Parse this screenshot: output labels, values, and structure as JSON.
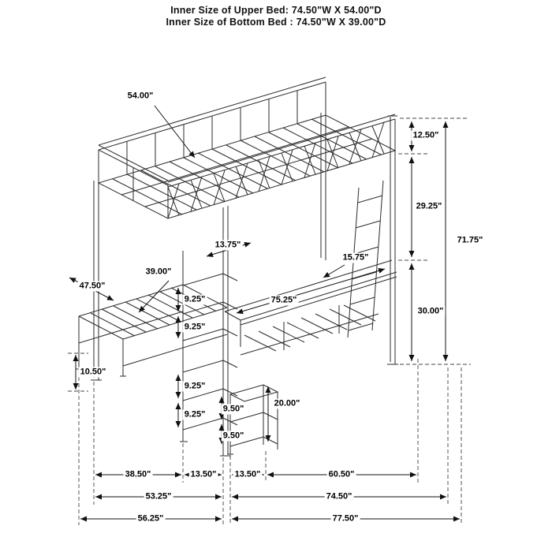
{
  "header": {
    "line1": "Inner Size of Upper Bed: 74.50\"W X 54.00\"D",
    "line2": "Inner Size of Bottom Bed : 74.50\"W X 39.00\"D"
  },
  "colors": {
    "line": "#2b2b2b",
    "text": "#000000",
    "background": "#ffffff"
  },
  "dimensions": {
    "upper_bed_depth": "54.00\"",
    "top_rail_height": "12.50\"",
    "upper_section_height": "29.25\"",
    "overall_height": "71.75\"",
    "rail_offset": "13.75\"",
    "shelf_depth": "15.75\"",
    "lower_bed_depth": "39.00\"",
    "lower_overall_depth": "47.50\"",
    "shelf_gap_1": "9.25\"",
    "shelf_gap_2": "9.25\"",
    "desk_length": "75.25\"",
    "lower_clearance": "30.00\"",
    "lower_rail_height": "10.50\"",
    "shelf_gap_3": "9.25\"",
    "shelf_gap_4": "9.25\"",
    "stand_gap_1": "9.50\"",
    "stand_gap_2": "9.50\"",
    "stand_height": "20.00\"",
    "width_left": "38.50\"",
    "width_tower": "13.50\"",
    "width_stand": "13.50\"",
    "width_right": "60.50\"",
    "width_front_left": "53.25\"",
    "width_front_right": "74.50\"",
    "width_overall_left": "56.25\"",
    "width_overall_right": "77.50\""
  }
}
